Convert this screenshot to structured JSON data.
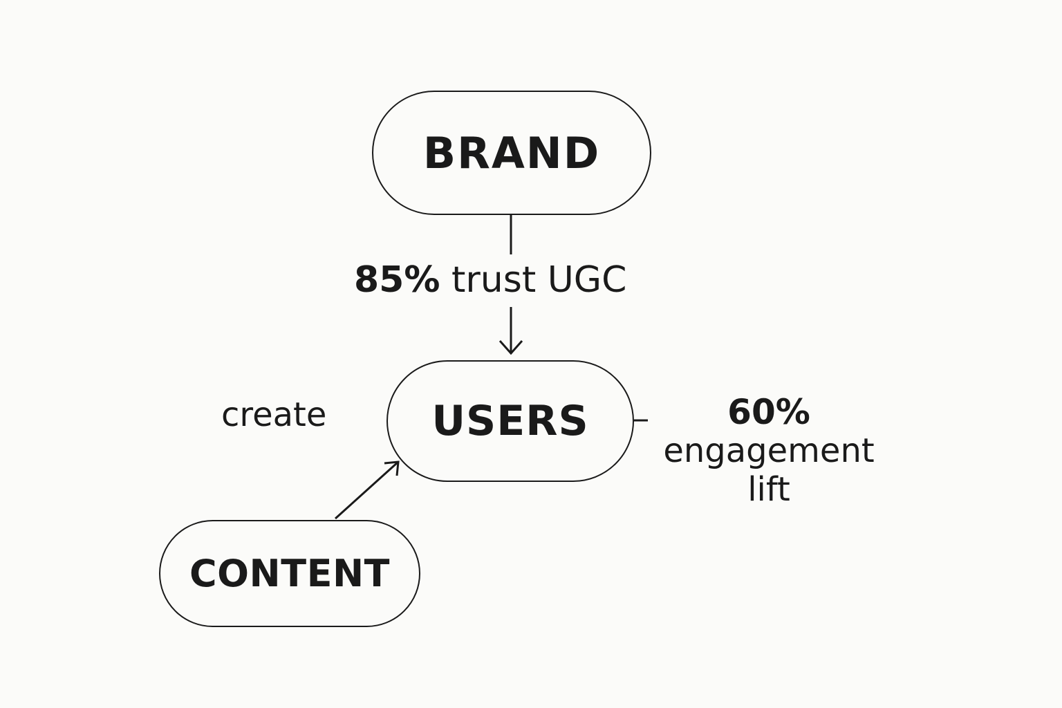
{
  "nodes": {
    "brand": "BRAND",
    "users": "USERS",
    "content": "CONTENT"
  },
  "edges": {
    "brand_to_users": {
      "stat": "85%",
      "text": "trust UGC"
    },
    "content_to_users": {
      "text": "create"
    },
    "users_side": {
      "stat": "60%",
      "text": "engagement lift"
    }
  },
  "colors": {
    "background": "#fbfbf9",
    "ink": "#1a1a1a"
  }
}
